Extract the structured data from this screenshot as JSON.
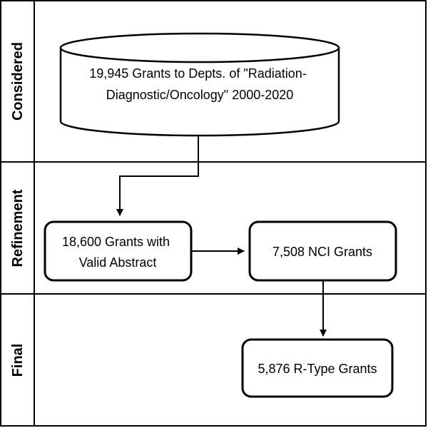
{
  "lanes": [
    {
      "id": "considered",
      "label": "Considered"
    },
    {
      "id": "refinement",
      "label": "Refinement"
    },
    {
      "id": "final",
      "label": "Final"
    }
  ],
  "nodes": {
    "source": {
      "shape": "cylinder",
      "lines": [
        "19,945 Grants to Depts. of \"Radiation-",
        "Diagnostic/Oncology\" 2000-2020"
      ]
    },
    "valid_abstract": {
      "shape": "rounded-rect",
      "lines": [
        "18,600 Grants with",
        "Valid Abstract"
      ]
    },
    "nci": {
      "shape": "rounded-rect",
      "lines": [
        "7,508 NCI Grants"
      ]
    },
    "r_type": {
      "shape": "rounded-rect",
      "lines": [
        "5,876 R-Type Grants"
      ]
    }
  },
  "edges": [
    {
      "from": "source",
      "to": "valid_abstract"
    },
    {
      "from": "valid_abstract",
      "to": "nci"
    },
    {
      "from": "nci",
      "to": "r_type"
    }
  ],
  "colors": {
    "stroke": "#000000",
    "fill": "#ffffff",
    "text": "#000000"
  }
}
